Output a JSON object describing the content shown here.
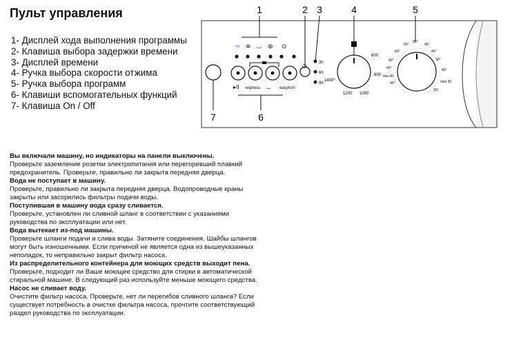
{
  "page": {
    "title": "Пульт управления",
    "legend": [
      "1- Дисплей хода выполнения программы",
      "2- Клавиша выбора задержки времени",
      "3- Дисплей времени",
      "4- Ручка выбора скорости отжима",
      "5- Ручка выбора программ",
      "6- Клавиши вспомогательных функций",
      "7- Клавиша On / Off"
    ]
  },
  "diagram": {
    "callouts": [
      "1",
      "2",
      "3",
      "4",
      "5",
      "6",
      "7"
    ],
    "delay_labels": [
      "3h",
      "6h",
      "9h"
    ],
    "spin_labels": [
      "600",
      "800",
      "1000",
      "1200",
      "1400*"
    ],
    "program_labels": [
      "90°",
      "60°",
      "40°",
      "60°",
      "40°",
      "30°",
      "90°",
      "60°",
      "40°",
      "mix 40",
      "mini 30",
      "40°",
      "30°"
    ],
    "aux_labels": [
      "easyiron",
      "express"
    ]
  },
  "troubleshooting": [
    {
      "q": "Вы включали машину, но индикаторы на панели выключены.",
      "a": "Проверьте заземление розетки электропитания или перегоревший плавкий предохранитель. Проверьте, правильно ли закрыта передняя дверца."
    },
    {
      "q": "Вода не поступает в машину.",
      "a": "Проверьте, правильно ли закрыта передняя дверца. Водопроводные краны закрыты или засорились фильтры подачи воды."
    },
    {
      "q": "Поступившая в машину вода сразу сливается.",
      "a": "Проверьте, установлен ли сливной шланг в соответствии с указаниями руководства по эксплуатации или нет."
    },
    {
      "q": "Вода вытекает из-под машины.",
      "a": "Проверьте шланги подачи и слива воды. Затяните соединения. Шайбы шлангов могут быть изношенными. Если причиной не является одна из вышеуказанных неполадок, то неправильно закрыт фильтр насоса."
    },
    {
      "q": "Из распределительного контейнера для моющих средств выходит пена.",
      "a": "Проверьте, подходит ли Ваше моющее средство для стирки в автоматической стиральной машине. В следующий раз используйте меньше моющего средства."
    },
    {
      "q": "Насос не сливает воду.",
      "a": "Очистите фильтр насоса. Проверьте, нет ли перегибов сливного шланга? Если существует потребность в очистке фильтра насоса, прочтите соответствующий раздел руководства по эксплуатации."
    }
  ]
}
